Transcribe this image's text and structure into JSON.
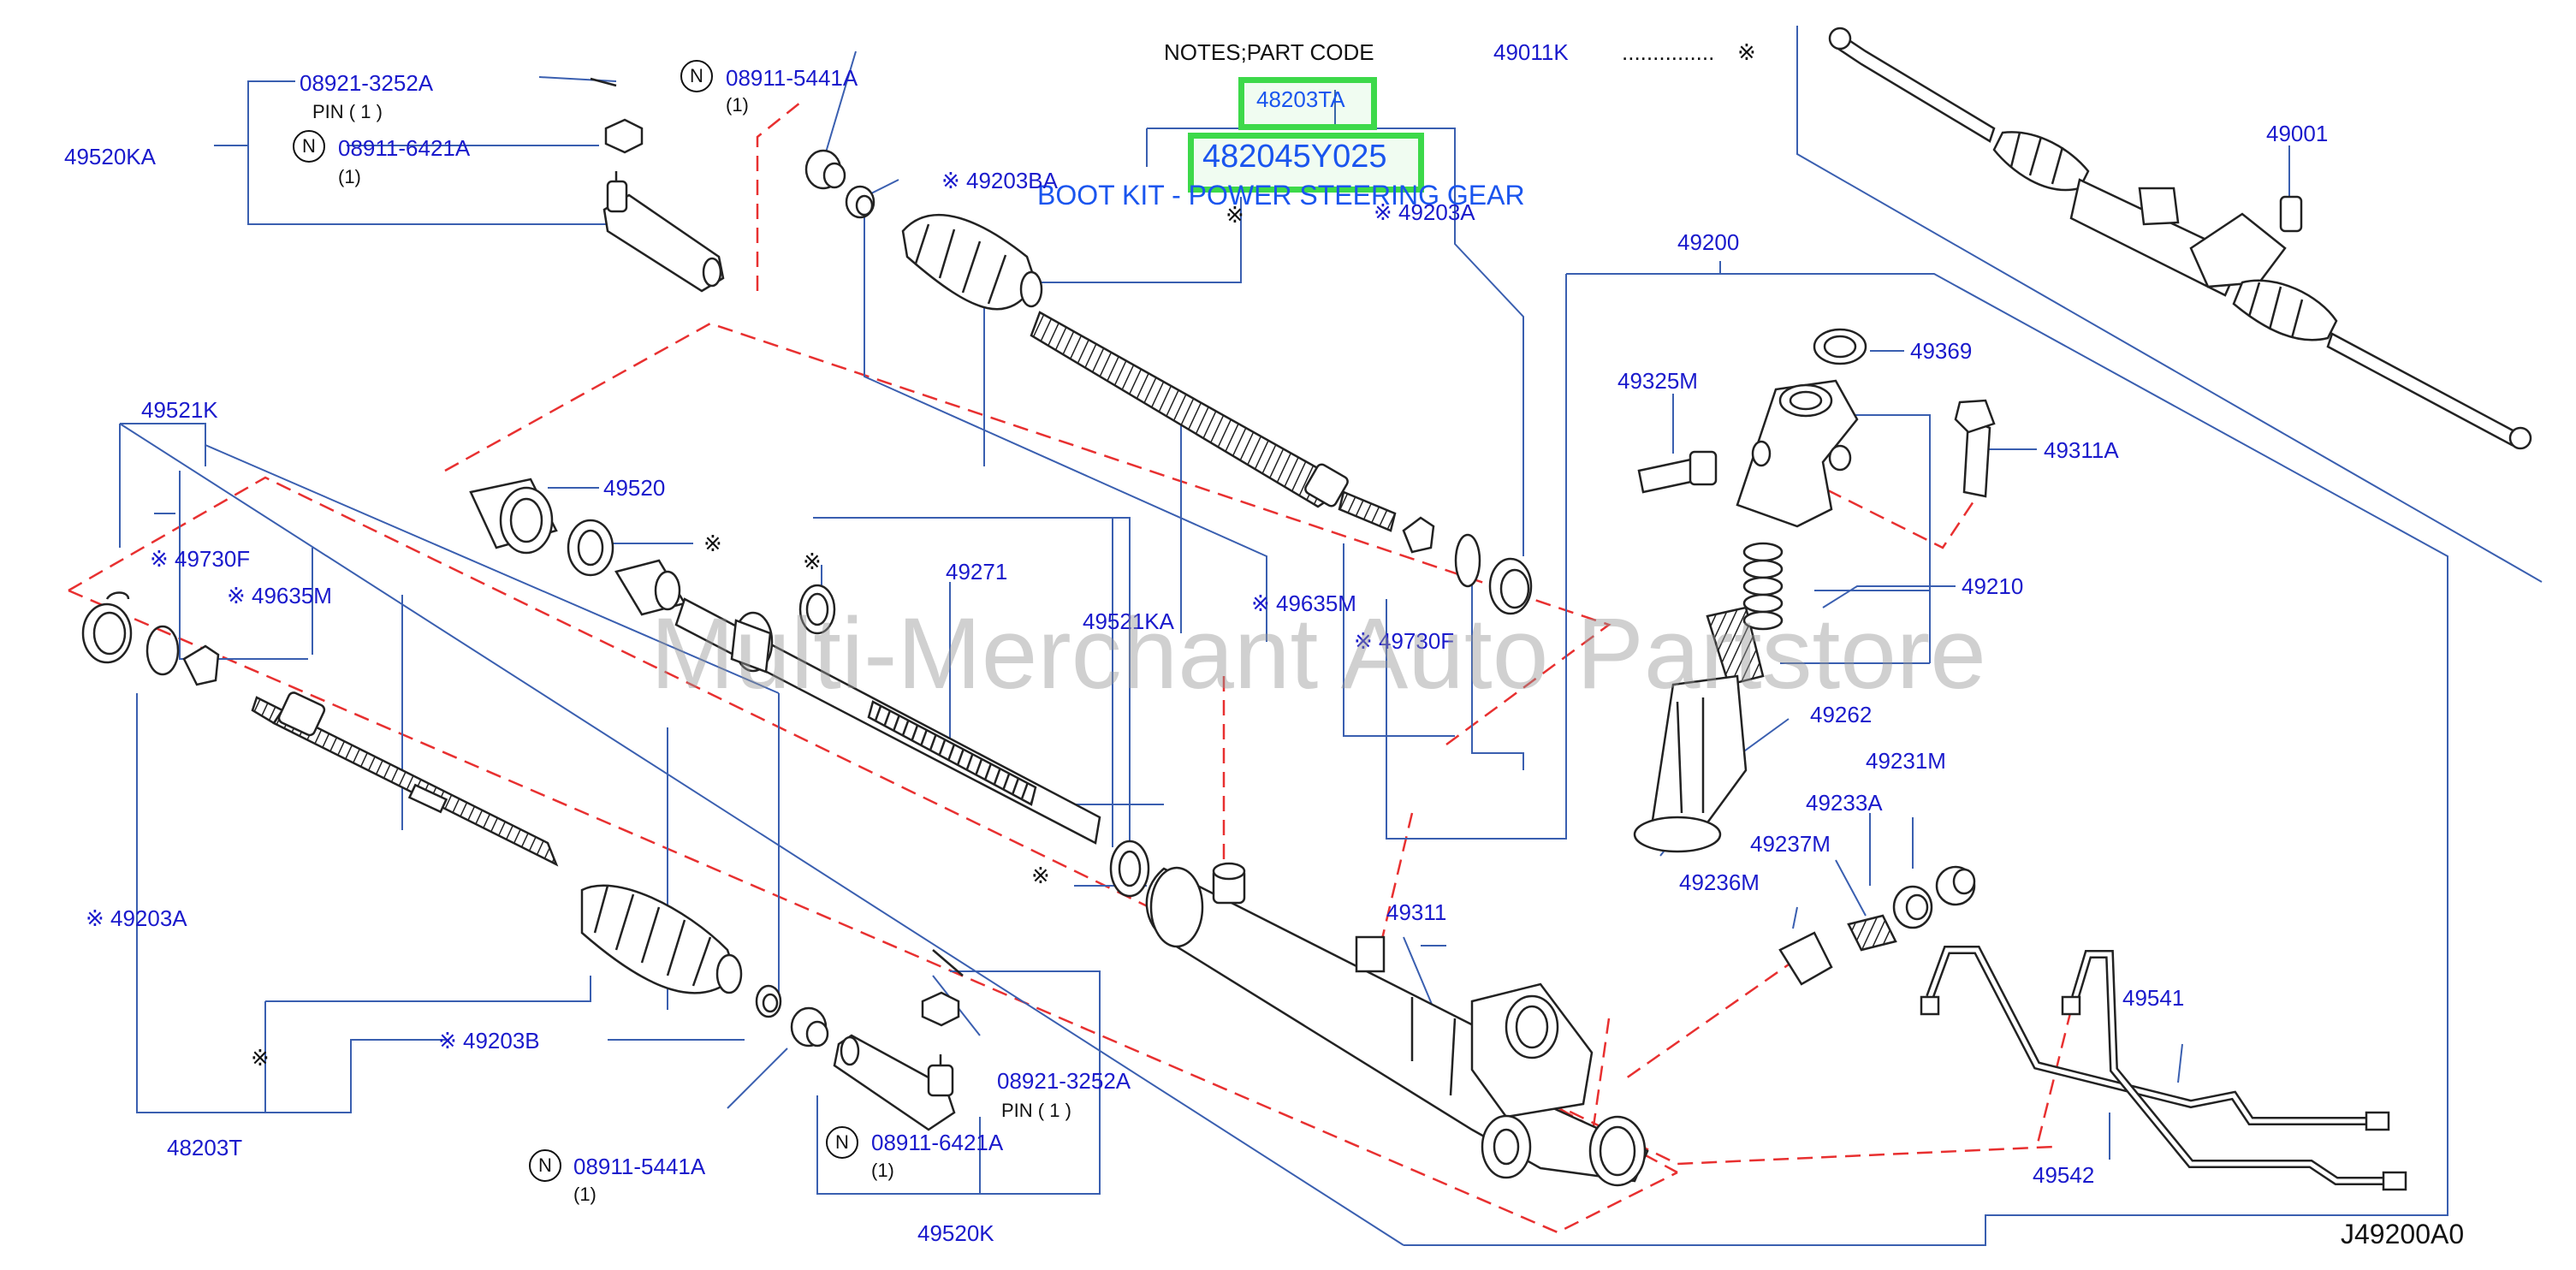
{
  "diagram": {
    "notes_header": "NOTES;PART   CODE",
    "notes_code": "49011K",
    "notes_dots": "...............",
    "notes_mark": "※",
    "highlight_part": "48203TA",
    "highlight_number": "482045Y025",
    "highlight_desc": "BOOT KIT - POWER STEERING GEAR",
    "watermark": "Multi-Merchant Auto Partstore",
    "figure_code": "J49200A0",
    "colors": {
      "label": "#1a1acc",
      "highlight": "#3dd94a",
      "dash": "#e83030",
      "leader": "#3a5fb0",
      "part": "#222222"
    },
    "labels": {
      "p08921_top": "08921-3252A",
      "pin_top": "PIN  ( 1 )",
      "p49520KA": "49520KA",
      "p08911_6421_top": "08911-6421A",
      "qty_6421_top": "(1)",
      "p08911_5441_top": "08911-5441A",
      "qty_5441_top": "(1)",
      "p49203BA": "※ 49203BA",
      "p49203A_top": "※ 49203A",
      "mark_mid": "※",
      "p49001": "49001",
      "p49200": "49200",
      "p49369": "49369",
      "p49325M": "49325M",
      "p49311A": "49311A",
      "p49210": "49210",
      "p49521K": "49521K",
      "p49730F_left": "※ 49730F",
      "p49635M_left": "※ 49635M",
      "p49520": "49520",
      "mark_49520": "※",
      "mark_49271": "※",
      "p49271": "49271",
      "p49521KA": "49521KA",
      "p49635M_right": "※ 49635M",
      "p49730F_right": "※ 49730F",
      "p49262": "49262",
      "p49231M": "49231M",
      "p49233A": "49233A",
      "p49237M": "49237M",
      "p49236M": "49236M",
      "mark_ring": "※",
      "p49311": "49311",
      "p49203A_left": "※ 49203A",
      "mark_boot_left": "※",
      "p49203B": "※ 49203B",
      "p48203T": "48203T",
      "p08911_5441_bot": "08911-5441A",
      "qty_5441_bot": "(1)",
      "p08911_6421_bot": "08911-6421A",
      "qty_6421_bot": "(1)",
      "p08921_bot": "08921-3252A",
      "pin_bot": "PIN   ( 1 )",
      "p49520K": "49520K",
      "p49541": "49541",
      "p49542": "49542"
    },
    "circle_letter": "N"
  }
}
